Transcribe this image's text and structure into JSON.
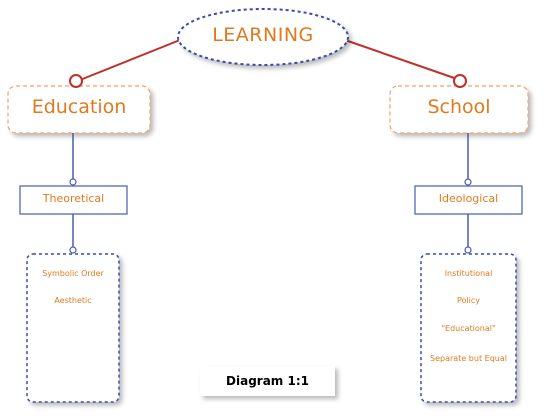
{
  "root": {
    "label": "LEARNING"
  },
  "branches": [
    {
      "label": "Education",
      "sub": {
        "label": "Theoretical"
      },
      "items": [
        "Symbolic Order",
        "Aesthetic"
      ]
    },
    {
      "label": "School",
      "sub": {
        "label": "Ideological"
      },
      "items": [
        "Institutional",
        "Policy",
        "\"Educational\"",
        "Separate but Equal"
      ]
    }
  ],
  "caption": "Diagram 1:1",
  "colors": {
    "text": "#e07a1e",
    "dash": "#3a4aa8",
    "node_border": "#f0a070",
    "red_line": "#c0302a",
    "blue_line": "#4a5ab0"
  }
}
